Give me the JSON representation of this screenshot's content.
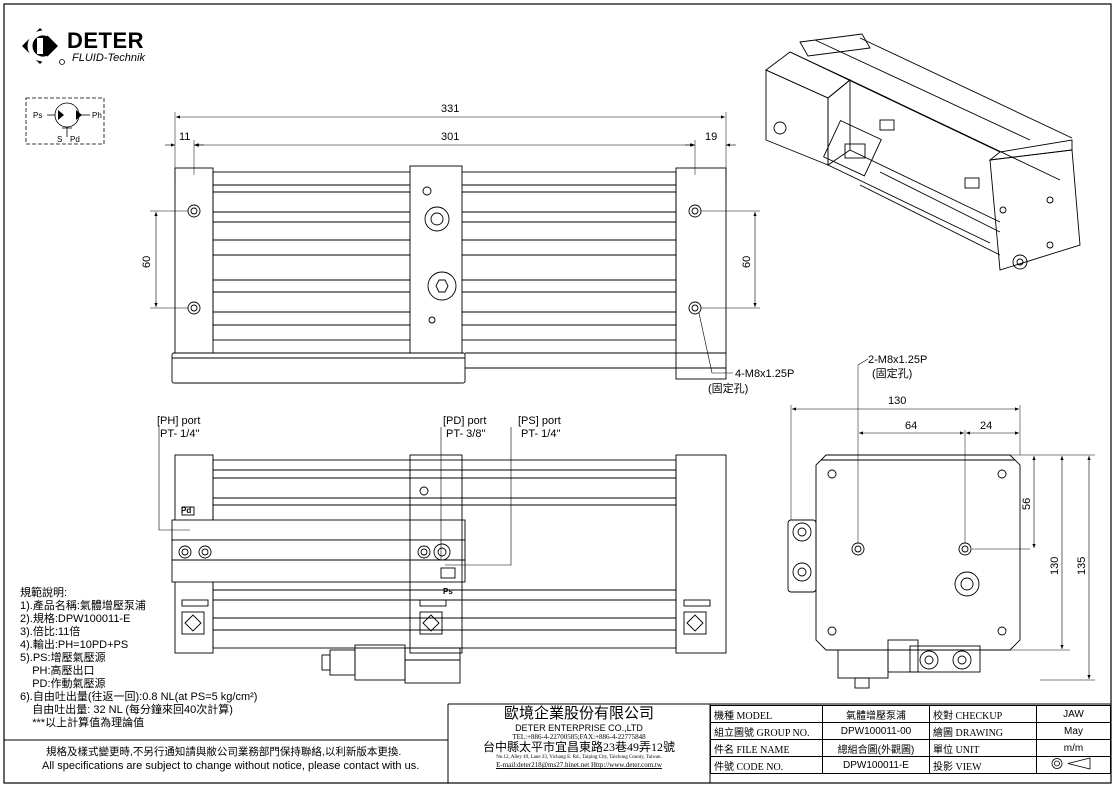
{
  "logo": {
    "brand": "DETER",
    "subtitle": "FLUID-Technik",
    "mark": "DC"
  },
  "symbol": {
    "ps": "Ps",
    "ph": "Ph",
    "s": "S",
    "pd": "Pd"
  },
  "top_view": {
    "overall": "331",
    "center_span": "301",
    "left_offset": "11",
    "right_offset": "19",
    "left_height": "60",
    "right_height": "60",
    "mount_note": "4-M8x1.25P",
    "mount_note_sub": "(固定孔)"
  },
  "side_view": {
    "ph_port": "[PH] port",
    "ph_size": "PT- 1/4\"",
    "pd_port": "[PD] port",
    "pd_size": "PT- 3/8\"",
    "ps_port": "[PS] port",
    "ps_size": "PT- 1/4\"",
    "pd_tag": "Pd",
    "ps_tag": "Ps"
  },
  "end_view": {
    "width": "130",
    "span_64": "64",
    "span_24": "24",
    "v56": "56",
    "v130": "130",
    "v135": "135",
    "hole_note": "2-M8x1.25P",
    "hole_note_sub": "(固定孔)"
  },
  "specs": [
    "規範說明:",
    "1).產品名稱:氣體增壓泵浦",
    "2).規格:DPW100011-E",
    "3).倍比:11倍",
    "4).輸出:PH=10PD+PS",
    "5).PS:增壓氣壓源",
    "    PH:高壓出口",
    "    PD:作動氣壓源",
    "6).自由吐出量(往返一回):0.8 NL(at PS=5 kg/cm²)",
    "    自由吐出量: 32 NL (每分鐘來回40次計算)",
    "    ***以上計算值為理論值"
  ],
  "notices": {
    "zh": "規格及樣式變更時,不另行通知請與敝公司業務部門保持聯絡,以利新版本更換.",
    "en": "All specifications are subject to change without notice, please contact with us."
  },
  "company": {
    "name_zh": "歐境企業股份有限公司",
    "name_en": "DETER ENTERPRISE CO.,LTD",
    "tel": "TEL:+886-4-22700585;FAX:+886-4-22775848",
    "address_zh": "台中縣太平市宜昌東路23巷49弄12號",
    "address_en": "No.12, Alley 49, Lane 23, Yichang E. Rd., Taiping City, Taichung County, Taiwan.",
    "email": "E-mail:deter218@ms27.hinet.net   Http://www.deter.com.tw"
  },
  "title_block": {
    "model_label": "機種 MODEL",
    "model_value": "氣體增壓泵浦",
    "check_label": "校對 CHECKUP",
    "check_value": "JAW",
    "group_label": "組立圖號 GROUP NO.",
    "group_value": "DPW100011-00",
    "drawing_label": "繪圖 DRAWING",
    "drawing_value": "May",
    "file_label": "件名 FILE NAME",
    "file_value": "總組合圖(外觀圖)",
    "unit_label": "單位 UNIT",
    "unit_value": "m/m",
    "code_label": "件號 CODE NO.",
    "code_value": "DPW100011-E",
    "view_label": "投影 VIEW"
  }
}
